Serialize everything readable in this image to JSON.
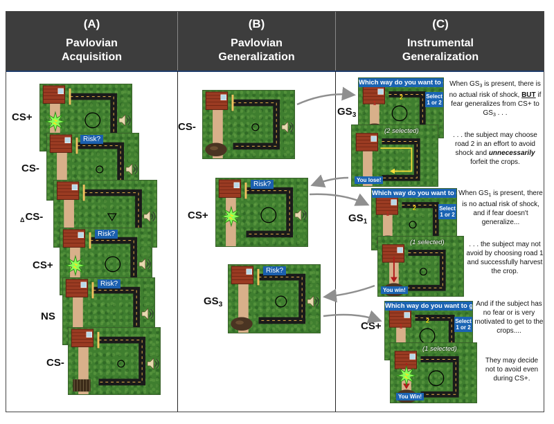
{
  "columns": [
    {
      "letter": "(A)",
      "line1": "Pavlovian",
      "line2": "Acquisition"
    },
    {
      "letter": "(B)",
      "line1": "Pavlovian",
      "line2": "Generalization"
    },
    {
      "letter": "(C)",
      "line1": "Instrumental",
      "line2": "Generalization"
    }
  ],
  "panelA": {
    "labels": [
      "CS+",
      "CS-",
      "CS-",
      "CS+",
      "NS",
      "CS-"
    ],
    "delta_prefix": "Δ",
    "risk": "Risk?"
  },
  "panelB": {
    "labels": [
      "CS-",
      "CS+",
      "GS"
    ],
    "gs_sub": "3",
    "risk": "Risk?"
  },
  "panelC": {
    "question": "Which way do you want to go?",
    "select_line1": "Select",
    "select_line2": "1 or 2",
    "road1": "1",
    "road2": "2",
    "gs3_label": "GS",
    "gs3_sub": "3",
    "gs1_label": "GS",
    "gs1_sub": "1",
    "csplus_label": "CS+",
    "sel2": "(2 selected)",
    "sel1": "(1 selected)",
    "you_lose": "You lose!",
    "you_win": "You win!",
    "you_win2": "You Win!",
    "note1_a": "When GS",
    "note1_sub": "3",
    "note1_b": " is present, there is no actual risk of shock, ",
    "note1_but": "BUT",
    "note1_c": " if fear generalizes from CS+ to GS",
    "note1_sub2": "3",
    "note1_d": " . . .",
    "note2_a": ". . . the subject may choose road 2 in an effort to avoid shock and ",
    "note2_em": "unnecessarily",
    "note2_b": " forfeit the crops.",
    "note3_a": "When GS",
    "note3_sub": "1",
    "note3_b": " is present, there is no actual risk of shock, and if fear doesn't generalize...",
    "note4": ". . . the subject may not avoid by choosing road  1 and successfully harvest the crop.",
    "note5": "And if the subject has no fear or is very motivated to get to the crops....",
    "note6": "They may decide not to avoid even during CS+."
  },
  "colors": {
    "header": "#3d3d3d",
    "grass": "#3f7e2f",
    "ribbon": "#1b64b3",
    "arrow": "#8f8f8f"
  }
}
